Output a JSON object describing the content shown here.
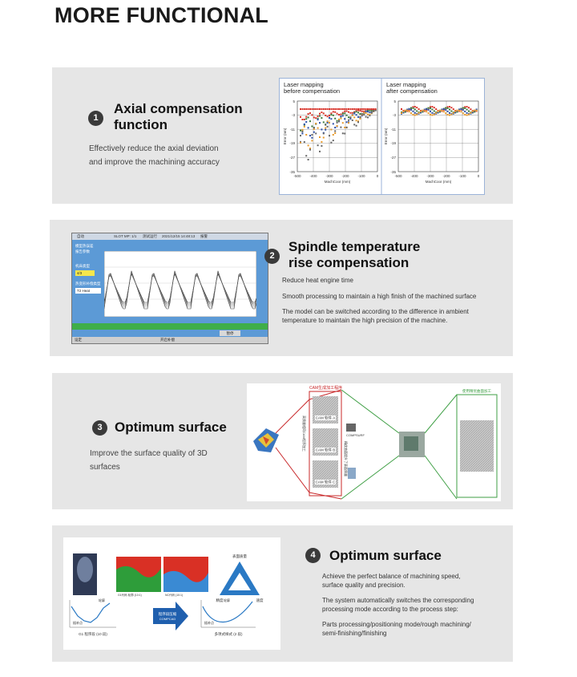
{
  "page_title": "MORE FUNCTIONAL",
  "sections": [
    {
      "number": "1",
      "title_line1": "Axial compensation",
      "title_line2": "function",
      "desc_line1": "Effectively reduce the axial deviation",
      "desc_line2": "and improve the machining accuracy",
      "chart_before": {
        "title1": "Laser mapping",
        "title2": "before compensation",
        "ylabel": "Error (nm)",
        "xlabel": "MachCoor (mm)",
        "yticks": [
          "5",
          "-3",
          "-11",
          "-19",
          "-27",
          "-35"
        ],
        "xticks": [
          "-500",
          "-400",
          "-300",
          "-200",
          "-100",
          "0"
        ]
      },
      "chart_after": {
        "title1": "Laser mapping",
        "title2": "after compensation",
        "ylabel": "Error (nm)",
        "xlabel": "MachCoor (mm)",
        "yticks": [
          "5",
          "-3",
          "-11",
          "-19",
          "-27",
          "-35"
        ],
        "xticks": [
          "-500",
          "-400",
          "-300",
          "-200",
          "-100",
          "0"
        ]
      }
    },
    {
      "number": "2",
      "title_line1": "Spindle temperature",
      "title_line2": "rise compensation",
      "desc1": "Reduce heat engine time",
      "desc2": "Smooth processing to maintain a high finish of the machined surface",
      "desc3_line1": "The model can be switched according to the difference in ambient",
      "desc3_line2": "temperature to maintain the high precision of the machine.",
      "screen": {
        "status_left": "自动",
        "status_mid": "SLOT MP: 1/1",
        "status_mid2": "测试运行",
        "status_date": "2021/12/15 14:48:13",
        "status_right": "报警",
        "label_a": "模型热误差",
        "label_b": "报告参数",
        "label_c": "机床类型",
        "select_value": "4/3",
        "label_d": "热变形补偿类型",
        "select2_value": "T2 Heat",
        "btn_right": "暂停",
        "btn_bottom": "设定",
        "btn_bottom2": "开启补偿"
      }
    },
    {
      "number": "3",
      "title": "Optimum surface",
      "desc_line1": "Improve the surface quality of 3D",
      "desc_line2": "surfaces",
      "fig": {
        "top_label": "CAM生成加工程序",
        "cam_a": "CAM 软件 A",
        "cam_b": "CAM 软件 B",
        "cam_c": "CAM 软件 C",
        "compsurf": "COMPSURF",
        "result_label": "使用精优曲面加工",
        "side_label": "高质量相同CAM程序加工",
        "mid_label": "精优曲面提升了表面质量"
      }
    },
    {
      "number": "4",
      "title": "Optimum surface",
      "desc1_line1": "Achieve the perfect balance of machining speed,",
      "desc1_line2": "surface quality and precision.",
      "desc2_line1": "The system automatically switches the corresponding",
      "desc2_line2": "processing mode according to the process step:",
      "desc3_line1": "Parts processing/positioning mode/rough machining/",
      "desc3_line2": "semi-finishing/finishing",
      "fig": {
        "tri_top": "表面质量",
        "tri_left": "精度",
        "tri_right": "速度",
        "arrow_text1": "程序段压缩",
        "arrow_text2": "COMPCAD",
        "curve1_label": "G1 程序段 (10 段)",
        "curve2_label": "多项式样式 (2 段)",
        "cap1": "轮廓",
        "cap2": "插补点",
        "cap3": "轮廓",
        "cap4": "插补点",
        "red_label1": "G1代码 轮廓 (10:1)",
        "red_label2": "NC代码 (10:1)"
      }
    }
  ],
  "colors": {
    "card_bg": "#e6e6e6",
    "badge": "#3a3a3a",
    "grid_blue": "#2b4fa8"
  }
}
